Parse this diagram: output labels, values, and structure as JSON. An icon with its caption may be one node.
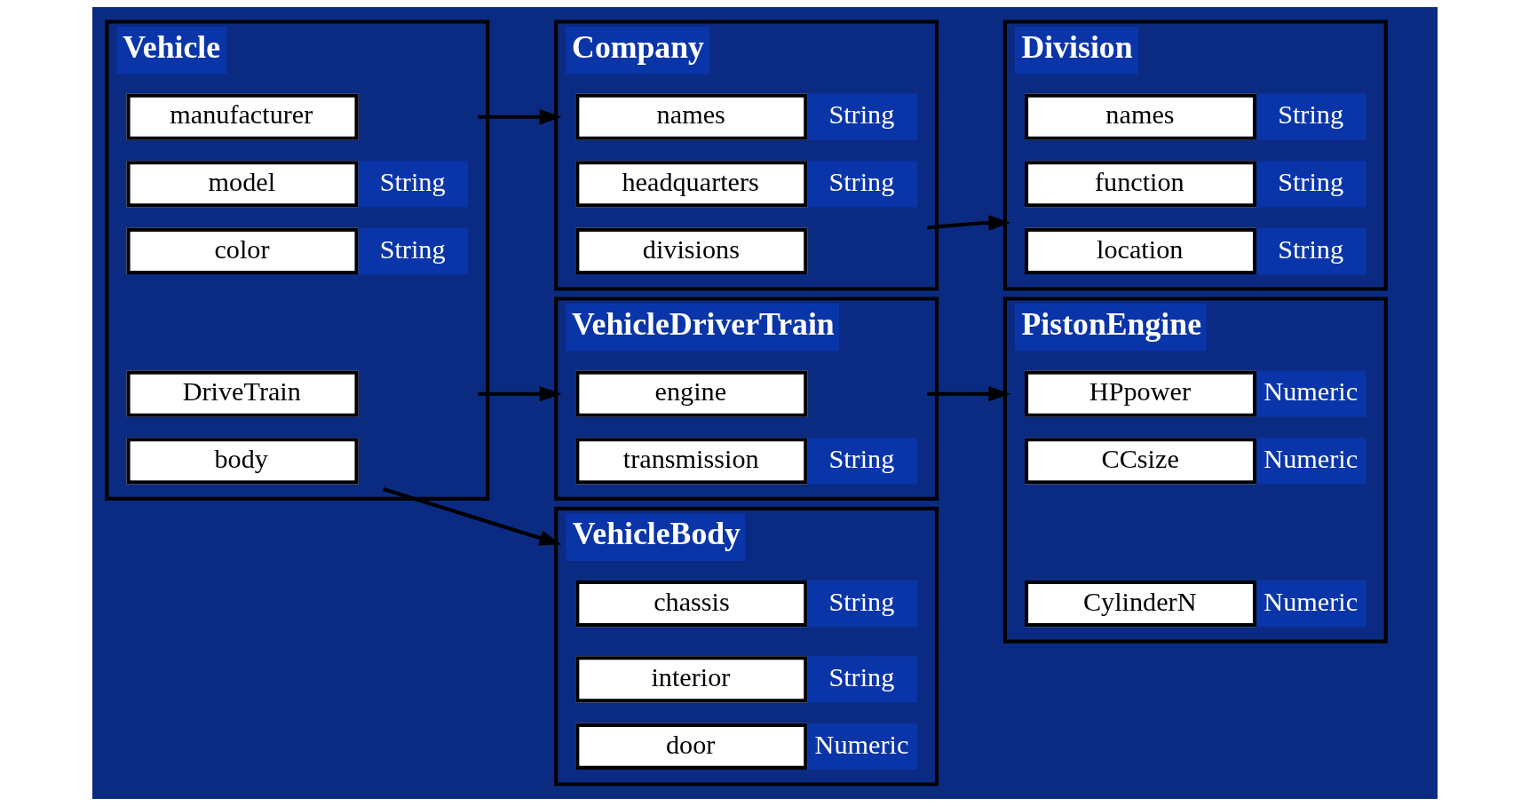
{
  "diagram": {
    "nodes": [
      {
        "text": [
          "Vehicle"
        ]
      },
      {
        "text": [
          "manufacturer"
        ],
        "in": 0
      },
      {
        "text": [
          "model"
        ],
        "in": 0,
        "beside": [
          "String"
        ]
      },
      {
        "text": [
          "color"
        ],
        "in": 0,
        "beside": [
          "String"
        ]
      },
      {
        "text": [
          "DriveTrain"
        ],
        "in": 0
      },
      {
        "text": [
          "body"
        ],
        "in": 0
      },
      {
        "text": [
          "Company"
        ]
      },
      {
        "text": [
          "names"
        ],
        "in": 6,
        "beside": [
          "String"
        ]
      },
      {
        "text": [
          "headquarters"
        ],
        "in": 6,
        "beside": [
          "String"
        ]
      },
      {
        "text": [
          "divisions"
        ],
        "in": 6
      },
      {
        "text": [
          "Division"
        ]
      },
      {
        "text": [
          "names"
        ],
        "in": 10,
        "beside": [
          "String"
        ]
      },
      {
        "text": [
          "function"
        ],
        "in": 10,
        "beside": [
          "String"
        ]
      },
      {
        "text": [
          "location"
        ],
        "in": 10,
        "beside": [
          "String"
        ]
      },
      {
        "text": [
          "VehicleDriverTrain"
        ]
      },
      {
        "text": [
          "engine"
        ],
        "in": 14
      },
      {
        "text": [
          "transmission"
        ],
        "in": 14,
        "beside": [
          "String"
        ]
      },
      {
        "text": [
          "PistonEngine"
        ]
      },
      {
        "text": [
          "HPpower"
        ],
        "in": 17,
        "beside": [
          "Numeric"
        ]
      },
      {
        "text": [
          "CCsize"
        ],
        "in": 17,
        "beside": [
          "Numeric"
        ]
      },
      {
        "text": [
          "CylinderN"
        ],
        "in": 17,
        "beside": [
          "Numeric"
        ]
      },
      {
        "text": [
          "VehicleBody"
        ]
      },
      {
        "text": [
          "chassis"
        ],
        "in": 21,
        "beside": [
          "String"
        ]
      },
      {
        "text": [
          "interior"
        ],
        "in": 21,
        "beside": [
          "String"
        ]
      },
      {
        "text": [
          "door"
        ],
        "in": 21,
        "beside": [
          "Numeric"
        ]
      }
    ],
    "edges": [
      {
        "from": 1,
        "to": 6,
        "arrow": "to"
      },
      {
        "from": 4,
        "to": 14,
        "arrow": "to"
      },
      {
        "from": 5,
        "to": 21,
        "arrow": "to"
      },
      {
        "from": 9,
        "to": 10,
        "arrow": "to"
      },
      {
        "from": 15,
        "to": 17,
        "arrow": "to"
      }
    ]
  }
}
